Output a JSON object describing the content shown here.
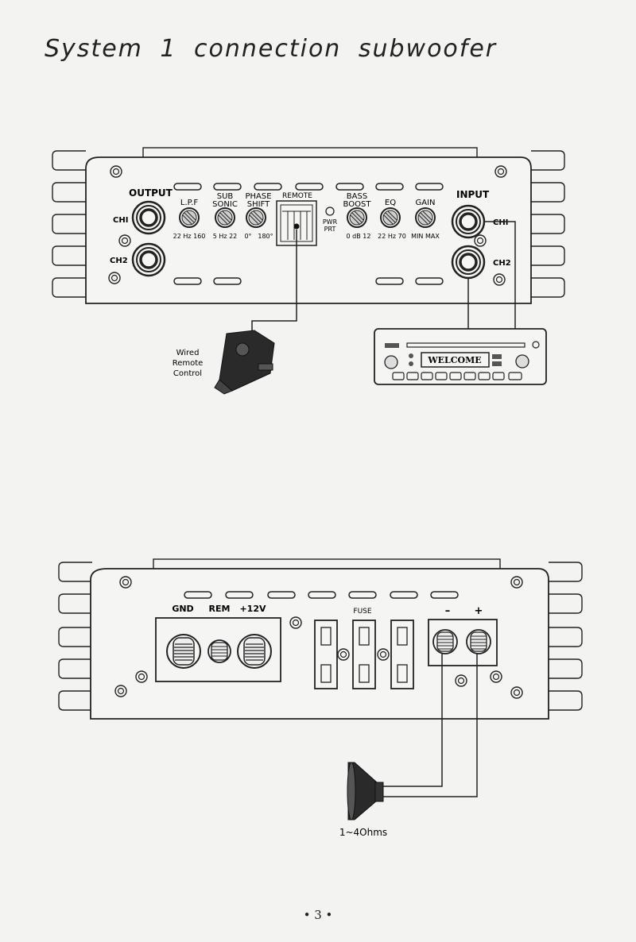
{
  "title": "System 1 connection subwoofer",
  "amp_front": {
    "output_label": "OUTPUT",
    "ch1_out": "CHI",
    "ch2_out": "CH2",
    "lpf": {
      "label": "L.P.F",
      "range": "22 Hz 160"
    },
    "sub_sonic": {
      "label_1": "SUB",
      "label_2": "SONIC",
      "range": "5  Hz 22"
    },
    "phase_shift": {
      "label_1": "PHASE",
      "label_2": "SHIFT",
      "min": "0°",
      "max": "180°"
    },
    "remote_label": "REMOTE",
    "pwr": "PWR",
    "prt": "PRT",
    "bass_boost": {
      "label_1": "BASS",
      "label_2": "BOOST",
      "range": "0  dB  12"
    },
    "eq": {
      "label": "EQ",
      "range": "22 Hz 70"
    },
    "gain": {
      "label": "GAIN",
      "range": "MIN MAX"
    },
    "input_label": "INPUT",
    "ch1_in": "CHI",
    "ch2_in": "CH2"
  },
  "wired_remote": {
    "line_1": "Wired",
    "line_2": "Remote",
    "line_3": "Control"
  },
  "head_unit": {
    "display_text": "WELCOME"
  },
  "amp_rear": {
    "gnd": "GND",
    "rem": "REM",
    "v12": "+12V",
    "fuse": "FUSE",
    "minus": "–",
    "plus": "+"
  },
  "speaker": {
    "impedance": "1~4Ohms"
  },
  "page_number": "• 3 •"
}
